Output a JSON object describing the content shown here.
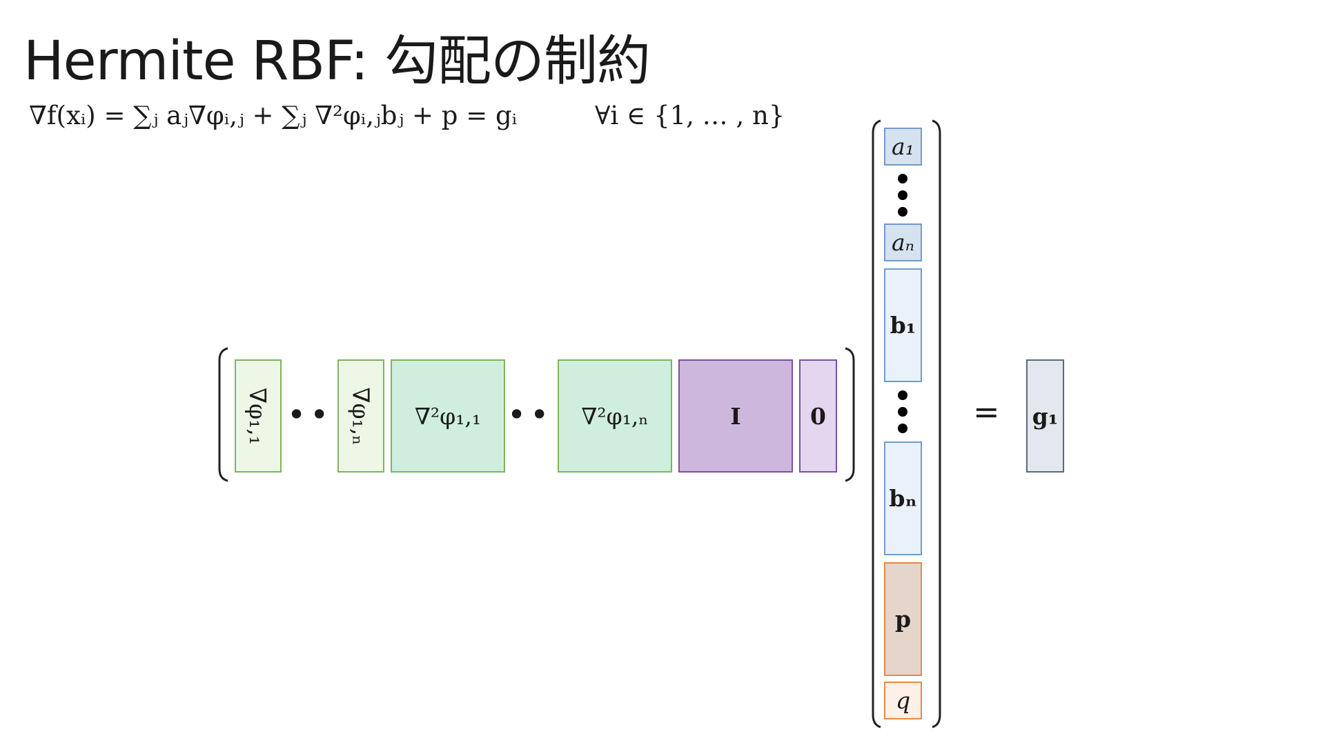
{
  "title": "Hermite RBF: 勾配の制約",
  "formula": "∇f(xᵢ) = ∑ⱼ aⱼ∇φᵢ,ⱼ + ∑ⱼ ∇²φᵢ,ⱼbⱼ + p = gᵢ",
  "quantifier": "∀i ∈ {1, … , n}",
  "matrix_row": {
    "grad_phi_1_1": "∇φ₁,₁",
    "grad_phi_1_n": "∇φ₁,ₙ",
    "lap_phi_1_1": "∇²φ₁,₁",
    "lap_phi_1_n": "∇²φ₁,ₙ",
    "identity": "I",
    "zero": "0",
    "ellipsis": "•••"
  },
  "vector": {
    "a1": "a₁",
    "an": "aₙ",
    "b1": "b₁",
    "bn": "bₙ",
    "p": "p",
    "q": "q"
  },
  "equals": "=",
  "rhs": "g₁",
  "colors": {
    "light_green_fill": "#eef6e6",
    "light_green_border": "#7cb55a",
    "mint_fill": "#cfeedd",
    "mint_border": "#7cb55a",
    "purple_fill": "#cdb7dd",
    "purple_border": "#7d4fa0",
    "lavender_fill": "#e3d6ee",
    "blue_fill": "#d5e2f0",
    "blue_border": "#6f9bcc",
    "pale_blue_fill": "#e9f1fa",
    "brown_fill": "#e6d5ca",
    "orange_border": "#e2894a",
    "peach_fill": "#fdf0e6",
    "gray_fill": "#e4e8ee",
    "gray_border": "#5a6a80"
  }
}
